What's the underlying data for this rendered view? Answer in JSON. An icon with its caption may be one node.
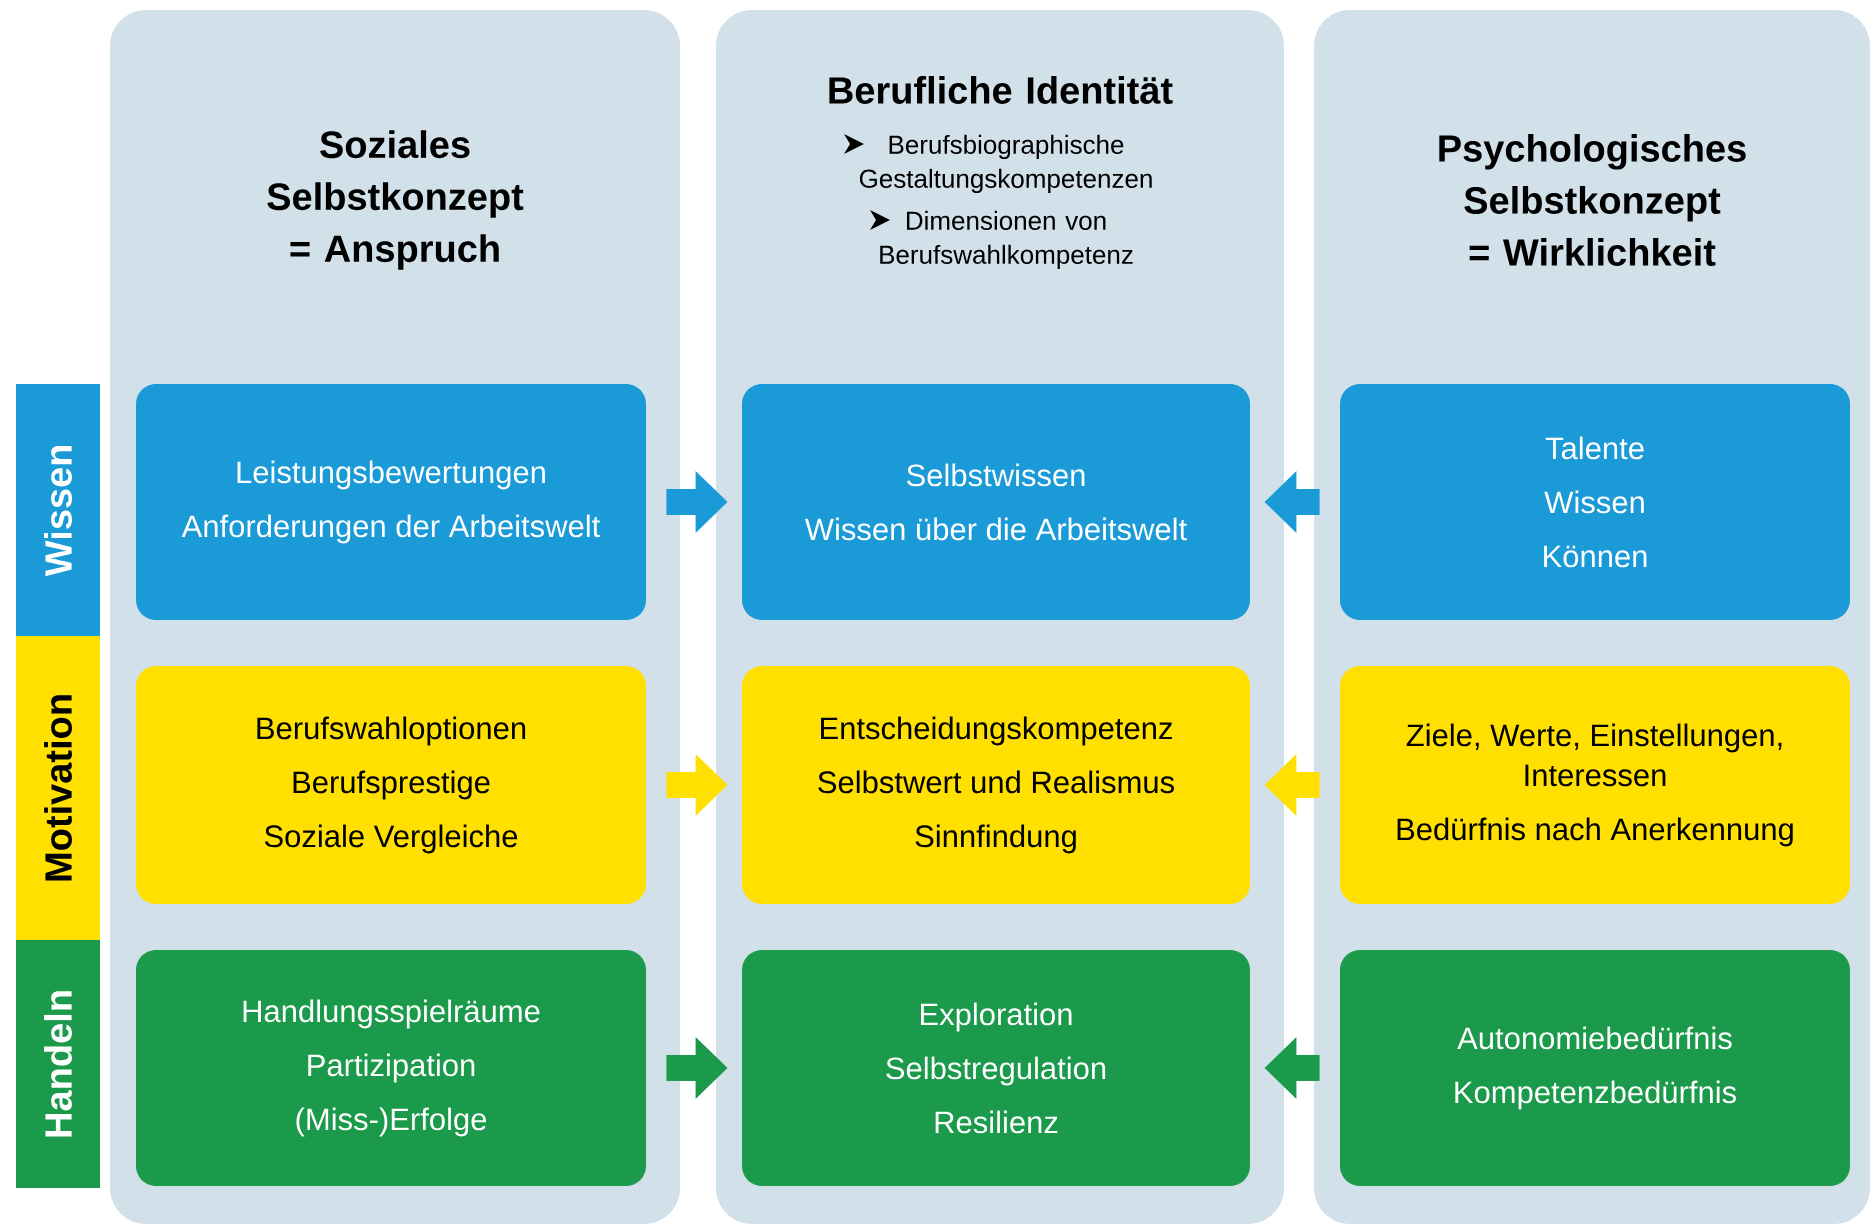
{
  "diagram": {
    "nodes": [
      {
        "text": [
          "Soziales Selbstkonzept = Anspruch"
        ]
      },
      {
        "text": [
          "Berufliche Identität",
          "Berufsbiographische Gestaltungskompetenzen",
          "Dimensionen von Berufswahlkompetenz"
        ]
      },
      {
        "text": [
          "Psychologisches Selbstkonzept = Wirklichkeit"
        ]
      },
      {
        "text": [
          "Wissen"
        ]
      },
      {
        "text": [
          "Motivation"
        ]
      },
      {
        "text": [
          "Handeln"
        ]
      },
      {
        "text": [
          "Leistungsbewertungen",
          "Anforderungen der Arbeitswelt"
        ],
        "in": 0
      },
      {
        "text": [
          "Selbstwissen",
          "Wissen über die Arbeitswelt"
        ],
        "in": 1
      },
      {
        "text": [
          "Talente",
          "Wissen",
          "Können"
        ],
        "in": 2
      },
      {
        "text": [
          "Berufswahloptionen",
          "Berufsprestige",
          "Soziale Vergleiche"
        ],
        "in": 0
      },
      {
        "text": [
          "Entscheidungskompetenz",
          "Selbstwert und Realismus",
          "Sinnfindung"
        ],
        "in": 1
      },
      {
        "text": [
          "Ziele, Werte, Einstellungen, Interessen",
          "Bedürfnis nach Anerkennung"
        ],
        "in": 2
      },
      {
        "text": [
          "Handlungsspielräume",
          "Partizipation",
          "(Miss-)Erfolge"
        ],
        "in": 0
      },
      {
        "text": [
          "Exploration",
          "Selbstregulation",
          "Resilienz"
        ],
        "in": 1
      },
      {
        "text": [
          "Autonomiebedürfnis",
          "Kompetenzbedürfnis"
        ],
        "in": 2
      }
    ],
    "edges": [
      {
        "from": 6,
        "to": 7,
        "arrow": "to",
        "color": "#1a9ad6"
      },
      {
        "from": 8,
        "to": 7,
        "arrow": "to",
        "color": "#1a9ad6"
      },
      {
        "from": 9,
        "to": 10,
        "arrow": "to",
        "color": "#ffe000"
      },
      {
        "from": 11,
        "to": 10,
        "arrow": "to",
        "color": "#ffe000"
      },
      {
        "from": 12,
        "to": 13,
        "arrow": "to",
        "color": "#1a9a4a"
      },
      {
        "from": 14,
        "to": 13,
        "arrow": "to",
        "color": "#1a9a4a"
      }
    ]
  }
}
